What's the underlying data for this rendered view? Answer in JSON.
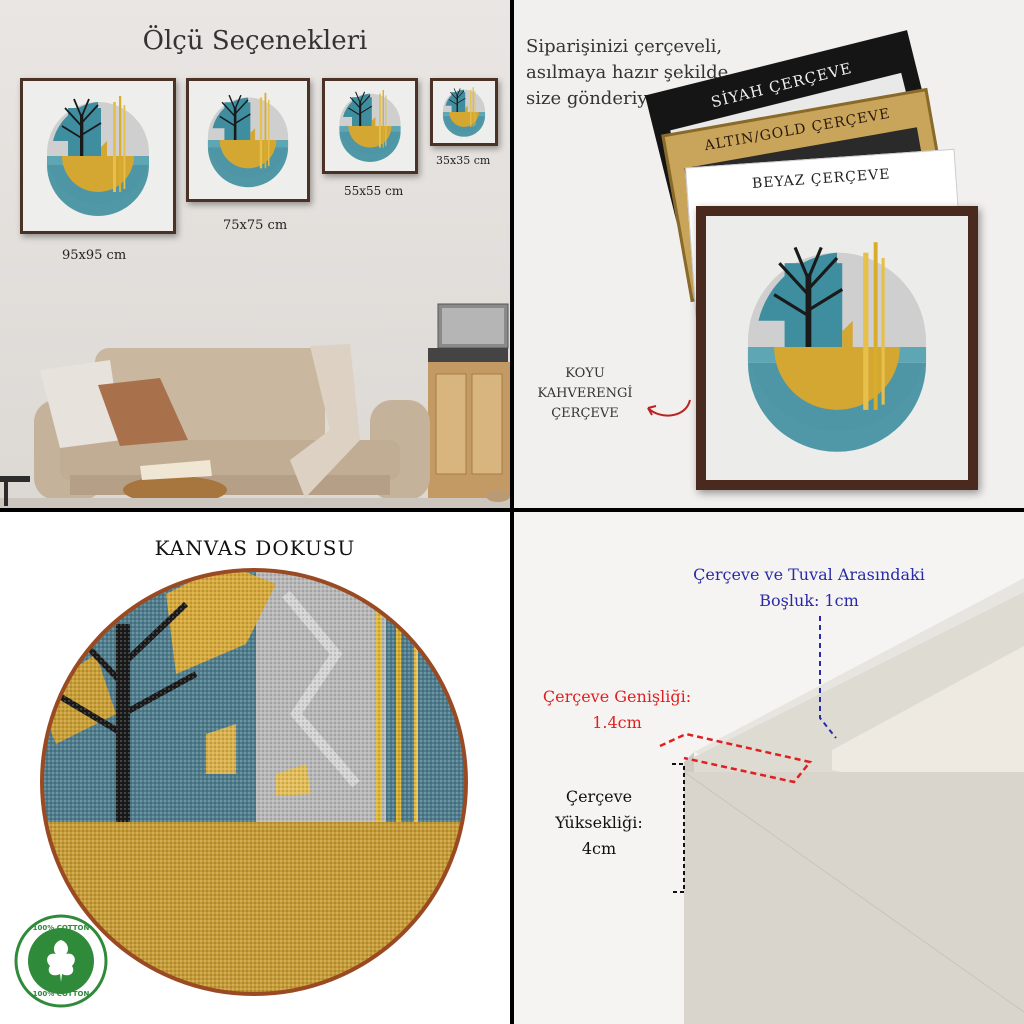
{
  "panel1": {
    "title": "Ölçü Seçenekleri",
    "sizes": [
      "95x95 cm",
      "75x75 cm",
      "55x55 cm",
      "35x35 cm"
    ]
  },
  "panel2": {
    "intro_line1": "Siparişinizi çerçeveli,",
    "intro_line2": "asılmaya hazır şekilde",
    "intro_line3": "size gönderiyoruz.",
    "frame_black": "SİYAH ÇERÇEVE",
    "frame_gold": "ALTIN/GOLD ÇERÇEVE",
    "frame_white": "BEYAZ ÇERÇEVE",
    "frame_brown_line1": "KOYU",
    "frame_brown_line2": "KAHVERENGİ",
    "frame_brown_line3": "ÇERÇEVE"
  },
  "panel3": {
    "title": "KANVAS DOKUSU",
    "badge_top": "100% COTTON",
    "badge_bottom": "100% COTTON"
  },
  "panel4": {
    "gap_line1": "Çerçeve ve Tuval Arasındaki",
    "gap_line2": "Boşluk: 1cm",
    "width_line1": "Çerçeve Genişliği:",
    "width_line2": "1.4cm",
    "height_line1": "Çerçeve",
    "height_line2": "Yüksekliği:",
    "height_line3": "4cm"
  },
  "colors": {
    "teal": "#3f8ea0",
    "gold": "#d4a733",
    "frame_brown": "#4a2a1e",
    "gap_blue": "#2a2aa8",
    "width_red": "#e02020",
    "badge_green": "#2f8a3a"
  }
}
